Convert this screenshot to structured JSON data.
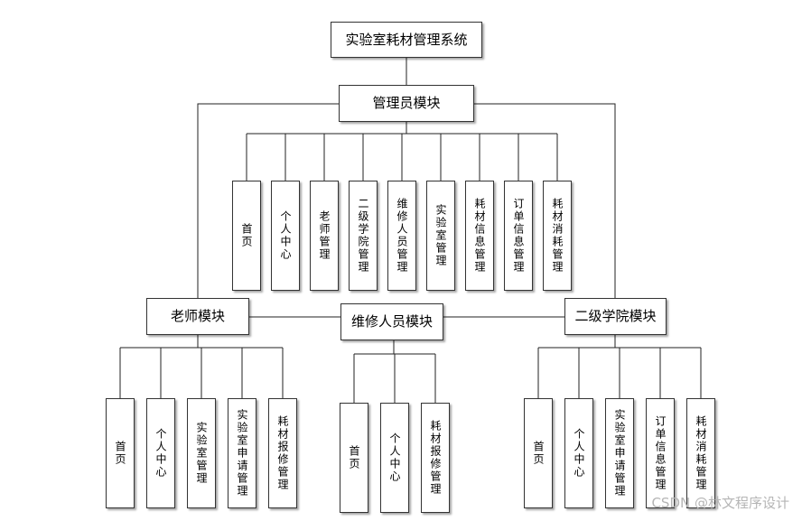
{
  "root": "实验室耗材管理系统",
  "admin": {
    "title": "管理员模块",
    "items": [
      "首页",
      "个人中心",
      "老师管理",
      "二级学院管理",
      "维修人员管理",
      "实验室管理",
      "耗材信息管理",
      "订单信息管理",
      "耗材消耗管理"
    ]
  },
  "teacher": {
    "title": "老师模块",
    "items": [
      "首页",
      "个人中心",
      "实验室管理",
      "实验室申请管理",
      "耗材报修管理"
    ]
  },
  "repair": {
    "title": "维修人员模块",
    "items": [
      "首页",
      "个人中心",
      "耗材报修管理"
    ]
  },
  "college": {
    "title": "二级学院模块",
    "items": [
      "首页",
      "个人中心",
      "实验室申请管理",
      "订单信息管理",
      "耗材消耗管理"
    ]
  },
  "watermark": "CSDN @林文程序设计"
}
